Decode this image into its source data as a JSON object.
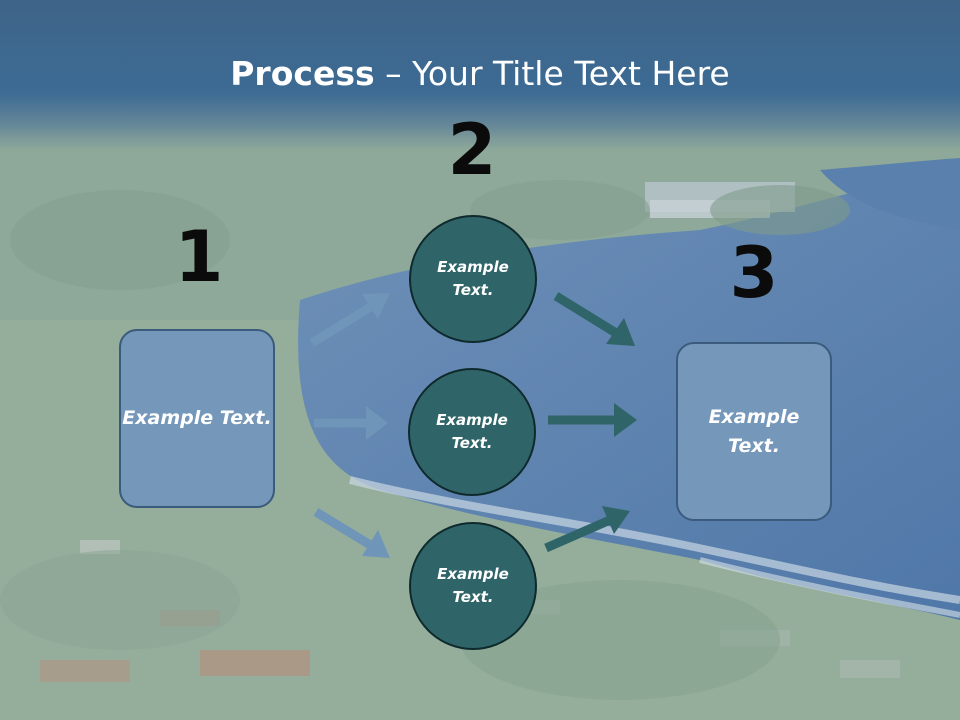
{
  "slide": {
    "title_bold": "Process",
    "title_rest": " – Your Title Text Here"
  },
  "steps": {
    "one": "1",
    "two": "2",
    "three": "3"
  },
  "nodes": {
    "left_box": "Example Text.",
    "circle_top": "Example Text.",
    "circle_mid": "Example Text.",
    "circle_bottom": "Example Text.",
    "right_box": "Example Text."
  },
  "colors": {
    "box_fill": "#7497ba",
    "circle_fill": "#2f6468",
    "arrow_light": "#6f95b8",
    "arrow_dark": "#2f6468",
    "title_band": "#3d6b94"
  }
}
